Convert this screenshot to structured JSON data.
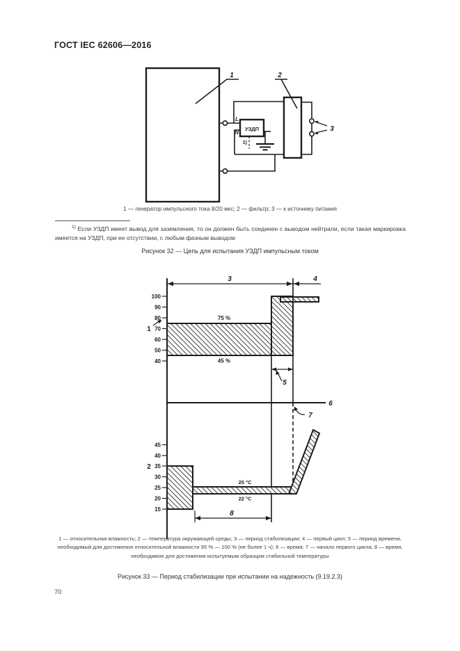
{
  "header": {
    "title": "ГОСТ IEC 62606—2016"
  },
  "page_number": "70",
  "fig32": {
    "caption": "1 — генератор импульсного тока 8/20 мкс; 2 — фильтр; 3 — к источнику питания",
    "footnote": {
      "marker": "1)",
      "text": " Если УЗДП имеет вывод для заземления, то он должен быть соединен с выводом нейтрали, если такая маркировка имеется на УЗДП, при ее отсутствии, с любым фазным выводом"
    },
    "title": "Рисунок 32 — Цепь для испытания УЗДП импульсным током",
    "labels": {
      "generator": "1",
      "filter": "2",
      "source": "3",
      "device": "УЗДП",
      "line_terminal": "L",
      "neutral_terminal": "N",
      "ground_note": "1)"
    }
  },
  "fig33": {
    "caption": "1 — относительная влажность; 2 — температура окружающей среды; 3 — период стабилизации; 4 — первый цикл; 5 — период времени, необходимый для достижения относительной влажности 95 % — 100 % (не более 1 ч); 6 — время; 7 — начало первого цикла; 8 — время, необходимое для достижения испытуемым образцом стабильной температуры",
    "title": "Рисунок 33 — Период стабилизации при испытании на надежность (9.19.2.3)",
    "labels": {
      "humidity": "1",
      "temperature": "2",
      "stabilization_period": "3",
      "first_cycle": "4",
      "humidity_rise_time": "5",
      "time_axis": "6",
      "cycle_start": "7",
      "temp_settle_time": "8",
      "band_top": "75 %",
      "band_bottom": "45 %",
      "temp_top": "25 °C",
      "temp_bottom": "22 °C"
    },
    "humidity_ticks": [
      "100",
      "90",
      "80",
      "70",
      "60",
      "50",
      "40"
    ],
    "temp_ticks": [
      "45",
      "40",
      "35",
      "30",
      "25",
      "20",
      "15"
    ]
  },
  "chart_data": {
    "type": "area",
    "title": "Период стабилизации при испытании на надежность (9.19.2.3)",
    "xlabel": "время (6)",
    "grid": false,
    "panels": [
      {
        "name": "относительная влажность, % (кривая 1)",
        "axis_ticks": [
          100,
          90,
          80,
          70,
          60,
          50,
          40
        ],
        "stabilization_band": {
          "low": 45,
          "high": 75,
          "labels": [
            "45 %",
            "75 %"
          ]
        },
        "rise_column": {
          "low": 45,
          "high": 100,
          "duration_label": "5"
        },
        "first_cycle_band": {
          "low": 95,
          "high": 100
        },
        "period_labels": {
          "stabilization": "3",
          "first_cycle": "4"
        }
      },
      {
        "name": "температура окружающей среды, °C (кривая 2)",
        "axis_ticks": [
          45,
          40,
          35,
          30,
          25,
          20,
          15
        ],
        "initial_block": {
          "low": 15,
          "high": 35
        },
        "stable_band": {
          "low": 22,
          "high": 25,
          "labels": [
            "22 °C",
            "25 °C"
          ]
        },
        "settle_time_label": "8",
        "rise_at_cycle_start": true
      }
    ],
    "annotations": [
      "3 — период стабилизации",
      "4 — первый цикл",
      "5 — период времени, необходимый для достижения относительной влажности 95 % — 100 % (не более 1 ч)",
      "7 — начало первого цикла (штриховая линия)",
      "8 — время, необходимое для достижения испытуемым образцом стабильной температуры"
    ]
  }
}
